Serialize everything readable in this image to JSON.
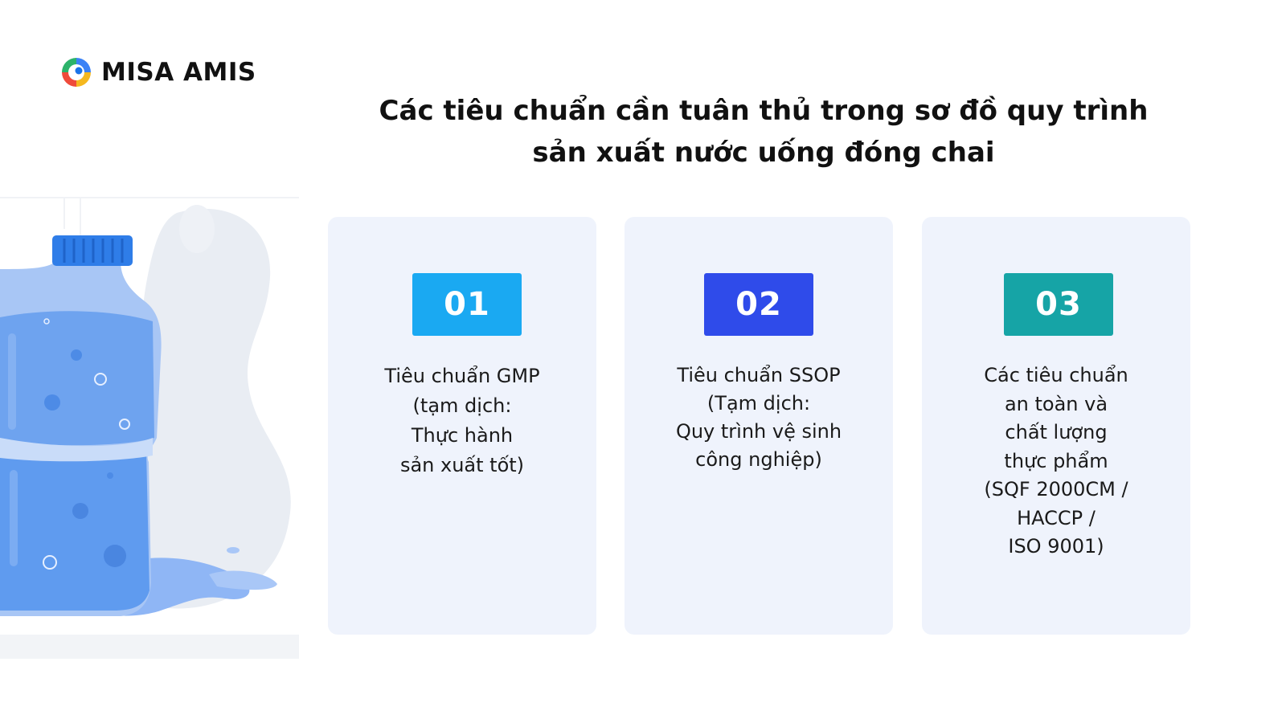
{
  "logo": {
    "text": "MISA AMIS"
  },
  "header": {
    "title_lines": [
      "Các tiêu chuẩn cần tuân thủ trong sơ đồ quy trình",
      "sản xuất nước uống đóng chai"
    ]
  },
  "cards": [
    {
      "number": "01",
      "badge_color": "#1aa9f2",
      "lines": [
        "Tiêu chuẩn GMP",
        "(tạm dịch:",
        "Thực hành",
        "sản xuất tốt)"
      ]
    },
    {
      "number": "02",
      "badge_color": "#2f4bea",
      "lines": [
        "Tiêu chuẩn SSOP",
        "(Tạm dịch:",
        "Quy trình vệ sinh",
        "công nghiệp)"
      ]
    },
    {
      "number": "03",
      "badge_color": "#16a4a6",
      "lines": [
        "Các tiêu chuẩn",
        "an toàn và",
        "chất lượng",
        "thực phẩm",
        "(SQF 2000CM /",
        "HACCP /",
        "ISO 9001)"
      ]
    }
  ],
  "colors": {
    "card_background": "#eff3fc",
    "title_text": "#111111",
    "bottle_blue": "#5f9bef"
  },
  "icons": {
    "logo_mark": "misa-amis-logo-icon",
    "illustration": "water-bottle-illustration"
  }
}
